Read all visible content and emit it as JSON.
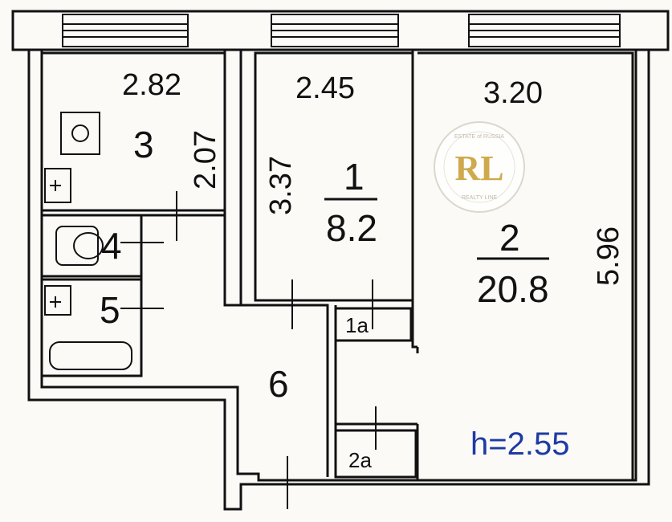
{
  "plan": {
    "room3": {
      "width": "2.82",
      "length": "2.07",
      "number": "3"
    },
    "room1": {
      "width": "2.45",
      "length": "3.37",
      "number": "1",
      "area": "8.2"
    },
    "room2": {
      "width": "3.20",
      "length": "5.96",
      "number": "2",
      "area": "20.8"
    },
    "room4": {
      "number": "4"
    },
    "room5": {
      "number": "5"
    },
    "room6": {
      "number": "6"
    },
    "closet1a": "1a",
    "closet2a": "2a",
    "ceiling_height": "h=2.55",
    "colors": {
      "walls": "#111111",
      "paper": "#fbfaf7",
      "ceiling_text": "#1f3aa5",
      "logo_gold": "#c89b2e"
    }
  },
  "logo": {
    "monogram": "RL",
    "top_text": "ESTATE of RUSSIA",
    "bottom_text": "REALTY LINE"
  }
}
